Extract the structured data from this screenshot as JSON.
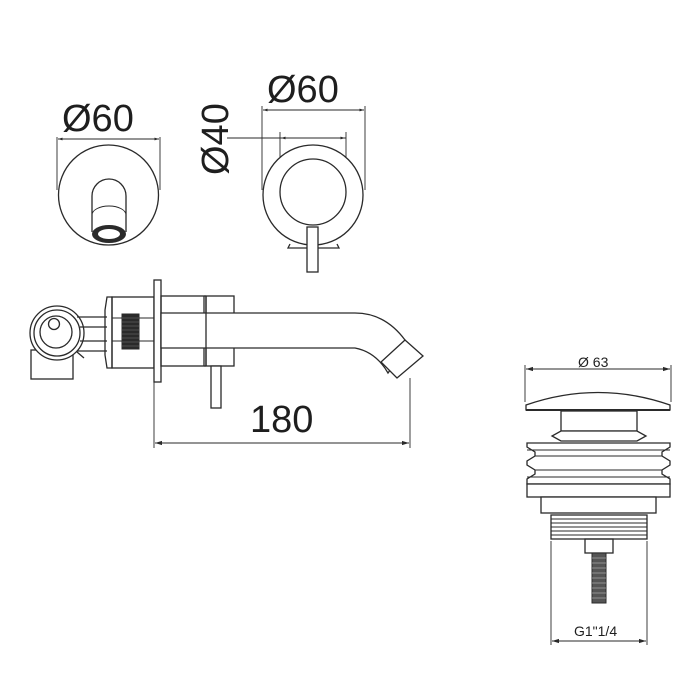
{
  "drawing": {
    "title": "Wall-mounted basin mixer and click-clack waste technical drawing",
    "line_color": "#2a2a2a",
    "background": "#ffffff"
  },
  "dimensions": {
    "spout_plate_diameter": "Ø60",
    "lever_plate_diameter": "Ø60",
    "lever_body_diameter": "Ø40",
    "spout_projection": "180",
    "waste_cap_diameter": "Ø 63",
    "waste_thread": "G1\"1/4"
  },
  "views": [
    {
      "name": "spout-front-view",
      "label": "Spout plate front view"
    },
    {
      "name": "lever-front-view",
      "label": "Lever plate front view"
    },
    {
      "name": "mixer-side-view",
      "label": "Mixer side view"
    },
    {
      "name": "waste-side-view",
      "label": "Click-clack waste side view"
    }
  ]
}
